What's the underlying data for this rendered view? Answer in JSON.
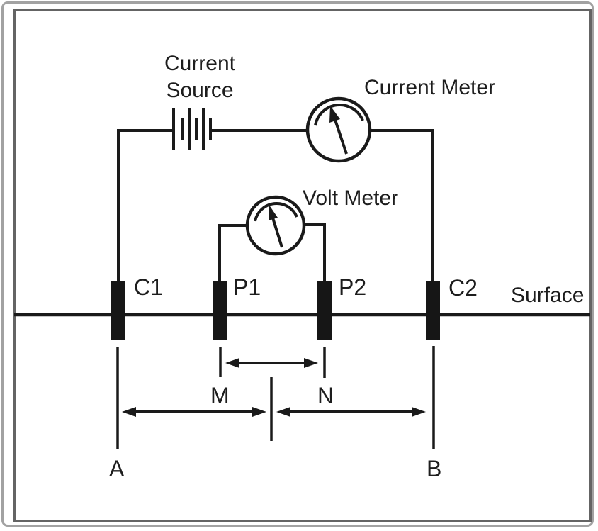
{
  "figure": {
    "description": "Four-electrode resistivity survey circuit schematic",
    "labels": {
      "current_source_line1": "Current",
      "current_source_line2": "Source",
      "current_meter": "Current Meter",
      "volt_meter": "Volt Meter",
      "surface": "Surface",
      "electrode_c1": "C1",
      "electrode_p1": "P1",
      "electrode_p2": "P2",
      "electrode_c2": "C2",
      "distance_m": "M",
      "distance_n": "N",
      "distance_a": "A",
      "distance_b": "B"
    },
    "icons": {
      "current_source": "battery-icon",
      "current_meter": "analog-gauge-icon",
      "volt_meter": "analog-gauge-icon"
    },
    "colors": {
      "line": "#1a1a1a",
      "background": "#ffffff",
      "outer_border": "#a2a2a2",
      "inner_border": "#646464",
      "text": "#1d1d1d"
    }
  }
}
